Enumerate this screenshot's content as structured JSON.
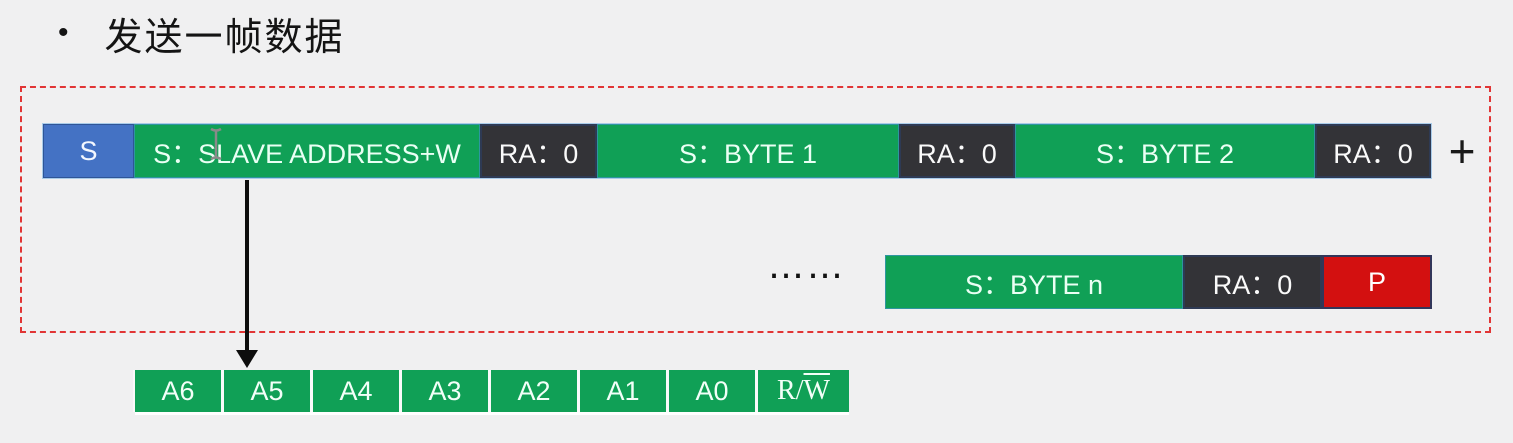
{
  "title": {
    "bullet": "•",
    "text": "发送一帧数据"
  },
  "frame": {
    "row1": [
      {
        "label": "S",
        "type": "start"
      },
      {
        "label": "S：SLAVE ADDRESS+W",
        "type": "data"
      },
      {
        "label": "RA：0",
        "type": "ack"
      },
      {
        "label": "S：BYTE 1",
        "type": "data"
      },
      {
        "label": "RA：0",
        "type": "ack"
      },
      {
        "label": "S：BYTE 2",
        "type": "data"
      },
      {
        "label": "RA：0",
        "type": "ack"
      }
    ],
    "plus": "+",
    "ellipsis": "……",
    "row2": [
      {
        "label": "S：BYTE n",
        "type": "data"
      },
      {
        "label": "RA：0",
        "type": "ack"
      },
      {
        "label": "P",
        "type": "stop"
      }
    ]
  },
  "address_bits": [
    "A6",
    "A5",
    "A4",
    "A3",
    "A2",
    "A1",
    "A0"
  ],
  "rw_bit": {
    "prefix": "R/",
    "w": "W"
  },
  "colors": {
    "data_green": "#10a056",
    "start_blue": "#4472c4",
    "ack_dark": "#333337",
    "stop_red": "#d31010",
    "dashed_border_red": "#e13535",
    "background": "#f0f0f1"
  }
}
